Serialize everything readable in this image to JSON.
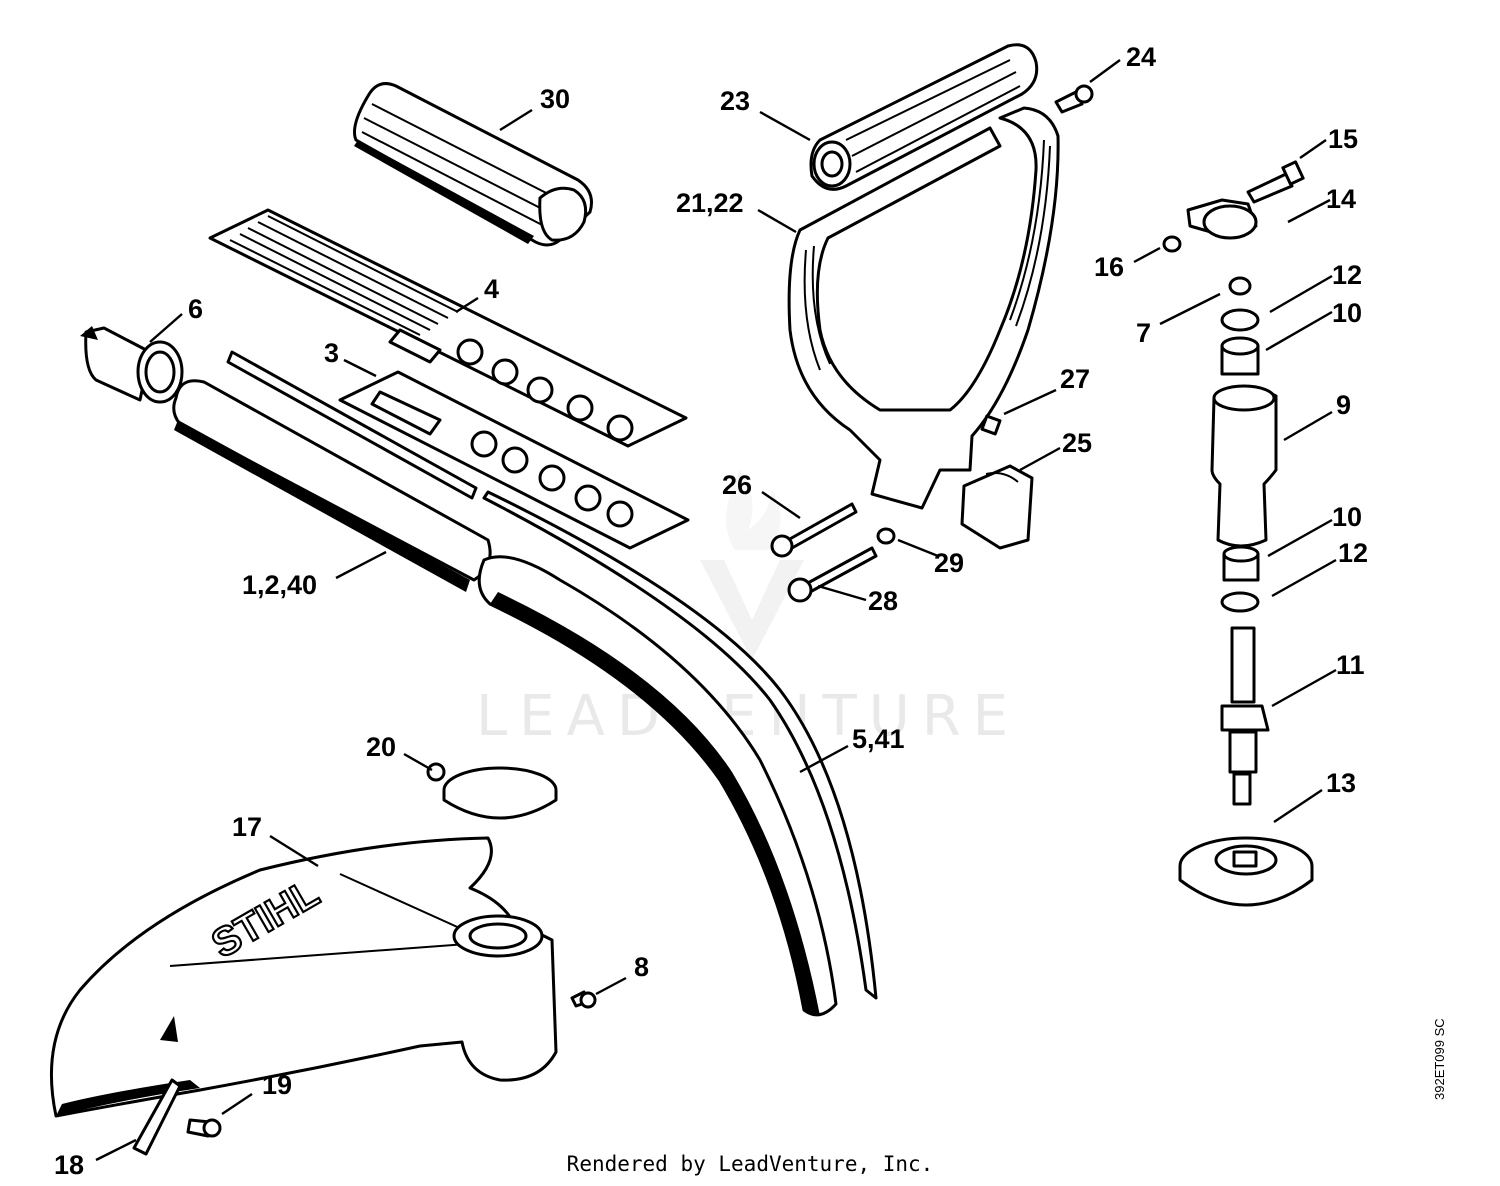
{
  "callouts": {
    "c30": "30",
    "c23": "23",
    "c24": "24",
    "c15": "15",
    "c14": "14",
    "c2122": "21,22",
    "c16": "16",
    "c12a": "12",
    "c7": "7",
    "c10a": "10",
    "c4": "4",
    "c6": "6",
    "c3": "3",
    "c27": "27",
    "c9": "9",
    "c25": "25",
    "c26": "26",
    "c10b": "10",
    "c12b": "12",
    "c29": "29",
    "c1240": "1,2,40",
    "c28": "28",
    "c11": "11",
    "c541": "5,41",
    "c20": "20",
    "c13": "13",
    "c17": "17",
    "c8": "8",
    "c19": "19",
    "c18": "18"
  },
  "guard_brand": "STIHL",
  "watermark": "LEADVENTURE",
  "footer": "Rendered by LeadVenture, Inc.",
  "drawing_code": "392ET099 SC"
}
